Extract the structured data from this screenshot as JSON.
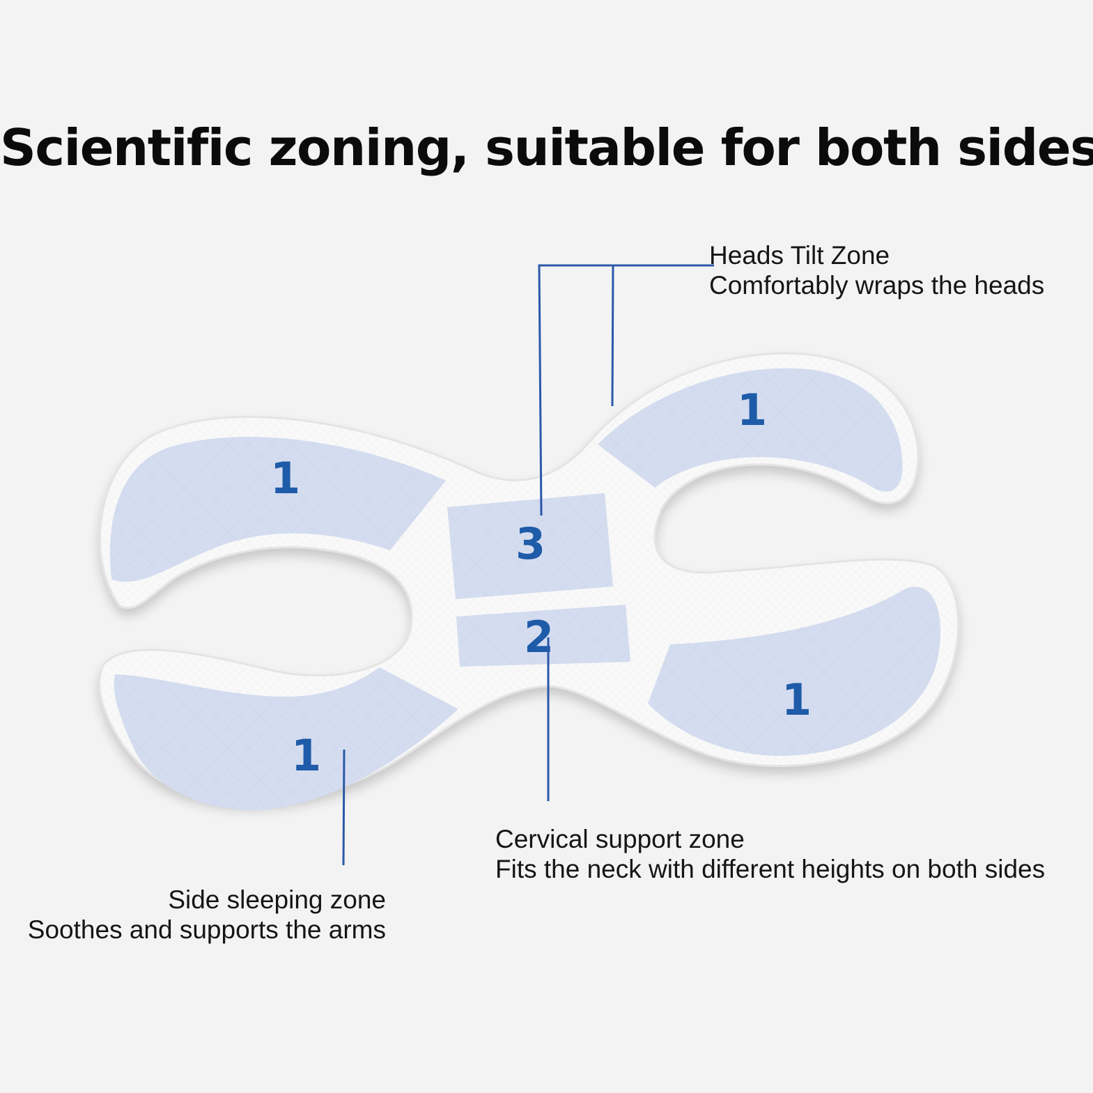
{
  "title": "Scientific zoning, suitable for both sides",
  "zones": [
    {
      "number": "1",
      "role": "side-sleeping"
    },
    {
      "number": "2",
      "role": "cervical-support"
    },
    {
      "number": "3",
      "role": "heads-tilt"
    }
  ],
  "labels": {
    "heads_tilt": {
      "heading": "Heads Tilt Zone",
      "description": "Comfortably wraps the heads"
    },
    "cervical_support": {
      "heading": "Cervical support zone",
      "description": "Fits the neck with different heights on both sides"
    },
    "side_sleeping": {
      "heading": "Side sleeping zone",
      "description": "Soothes and supports the arms"
    }
  },
  "colors": {
    "background": "#f3f3f3",
    "pillow": "#f9f9f9",
    "zone_fill": "#d4dcef",
    "zone_number": "#1e5ba8",
    "leader_line": "#2b58a8",
    "text": "#151515"
  }
}
